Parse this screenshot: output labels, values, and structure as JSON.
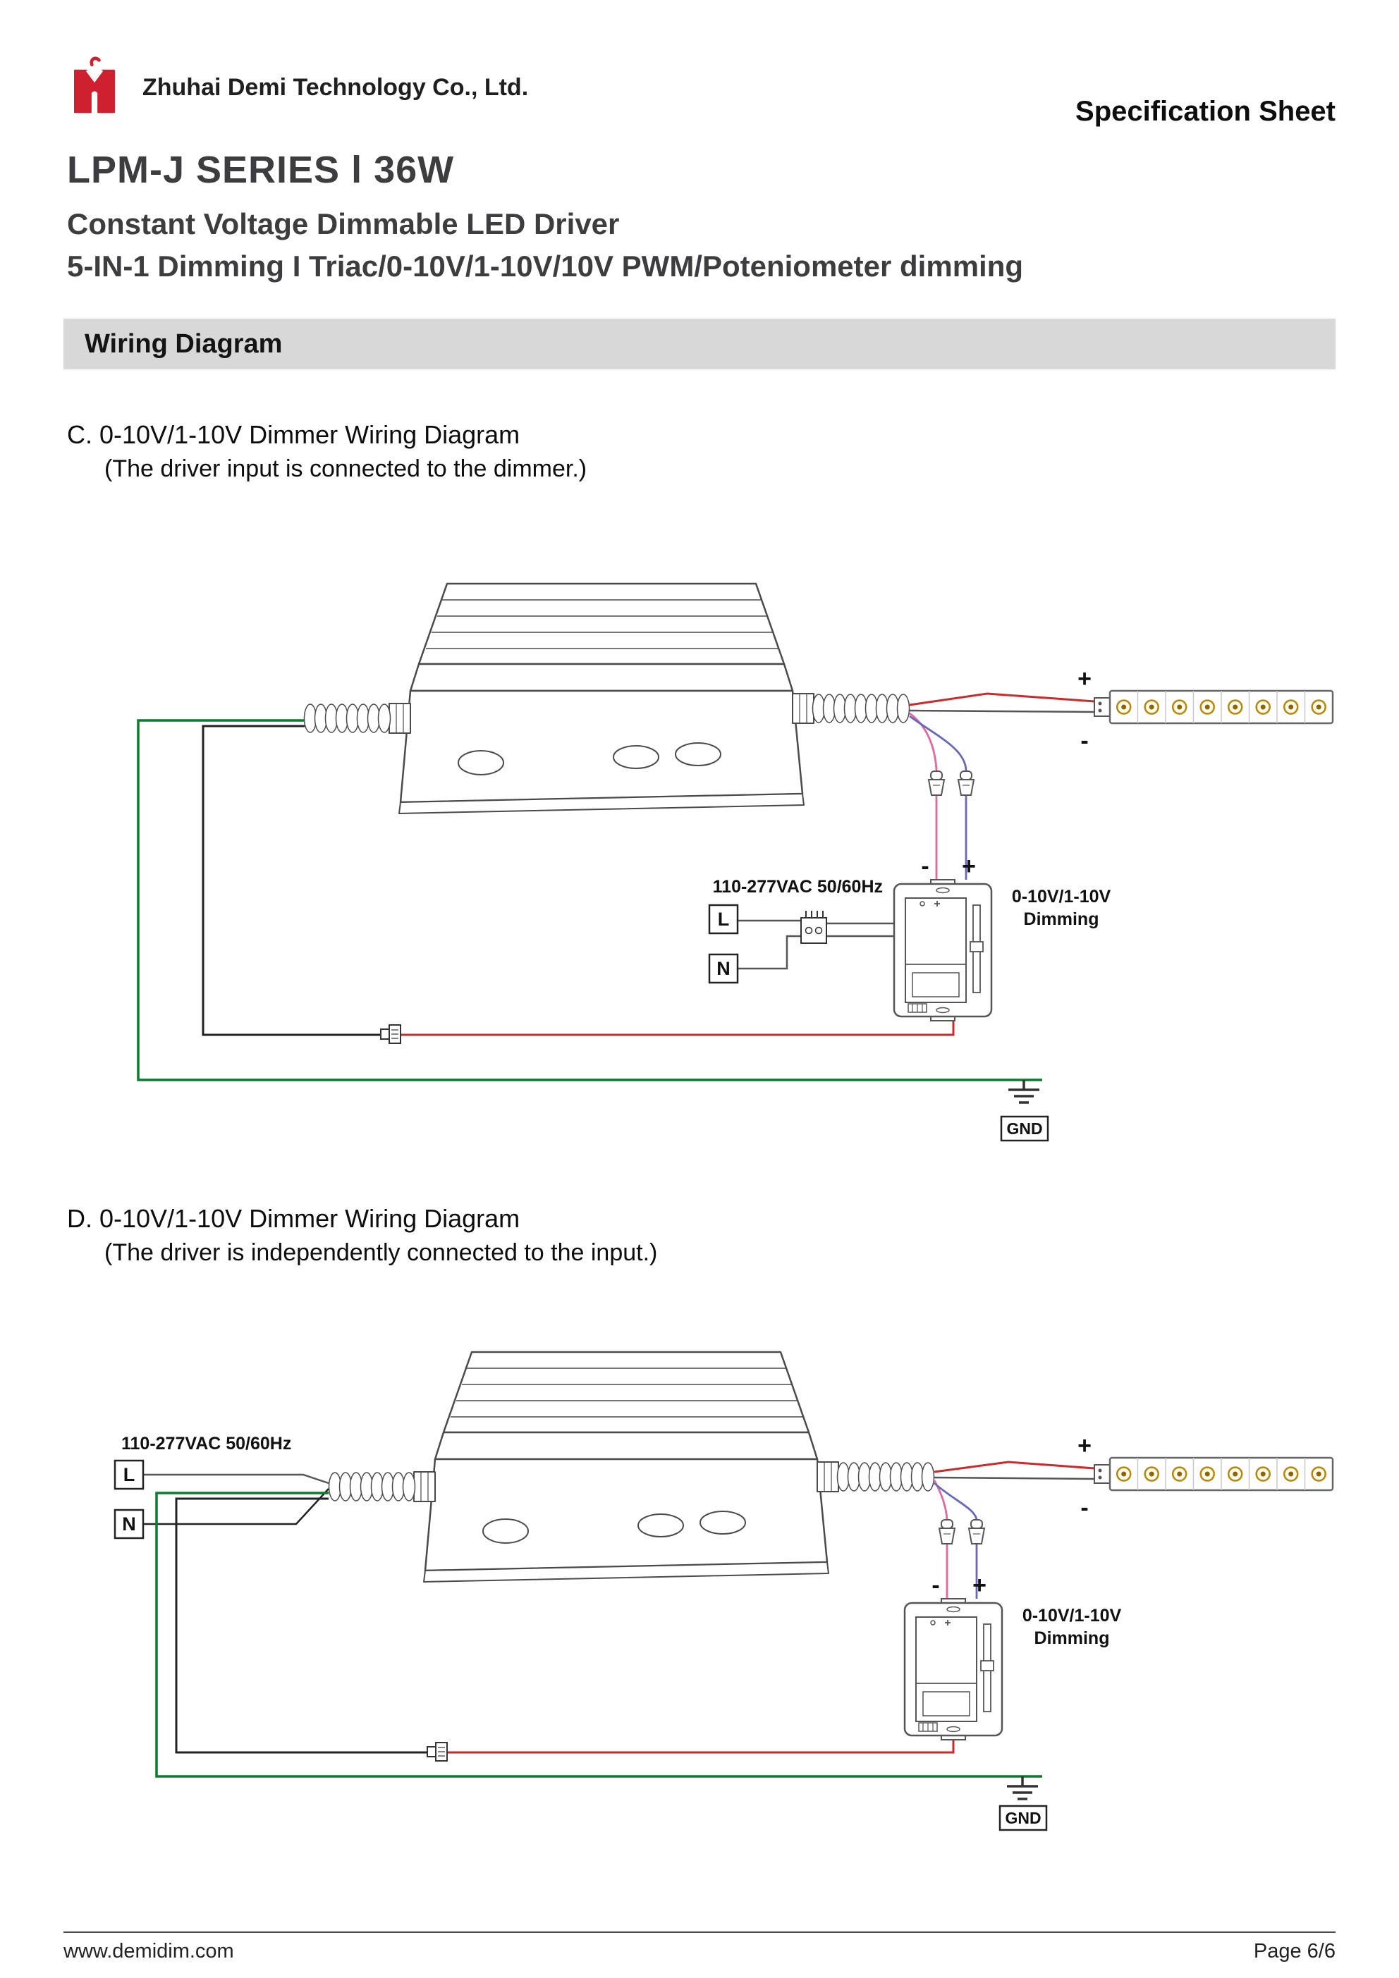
{
  "header": {
    "company": "Zhuhai Demi Technology Co., Ltd.",
    "doc_type": "Specification Sheet"
  },
  "product": {
    "title": "LPM-J SERIES l 36W",
    "subtitle": "Constant Voltage Dimmable LED Driver",
    "dimming_modes": "5-IN-1 Dimming I  Triac/0-10V/1-10V/10V PWM/Poteniometer dimming"
  },
  "section": {
    "title": "Wiring Diagram"
  },
  "diagrams": {
    "c": {
      "heading": "C. 0-10V/1-10V Dimmer Wiring Diagram",
      "note": "(The driver input is connected to the dimmer.)"
    },
    "d": {
      "heading": "D. 0-10V/1-10V Dimmer Wiring Diagram",
      "note": "(The driver is independently connected to the input.)"
    },
    "labels": {
      "vac": "110-277VAC 50/60Hz",
      "live": "L",
      "neutral": "N",
      "dim_line1": "0-10V/1-10V",
      "dim_line2": "Dimming",
      "ground": "GND",
      "plus": "+",
      "minus": "-"
    }
  },
  "footer": {
    "website": "www.demidim.com",
    "page": "Page 6/6"
  },
  "colors": {
    "accent_red": "#cf2030",
    "wire_green": "#0a7d2c",
    "wire_red": "#cc2a2a",
    "wire_pink": "#e2679f",
    "wire_blue": "#6868b8",
    "led_gold": "#b8860b",
    "bar_gray": "#d8d8d8"
  }
}
